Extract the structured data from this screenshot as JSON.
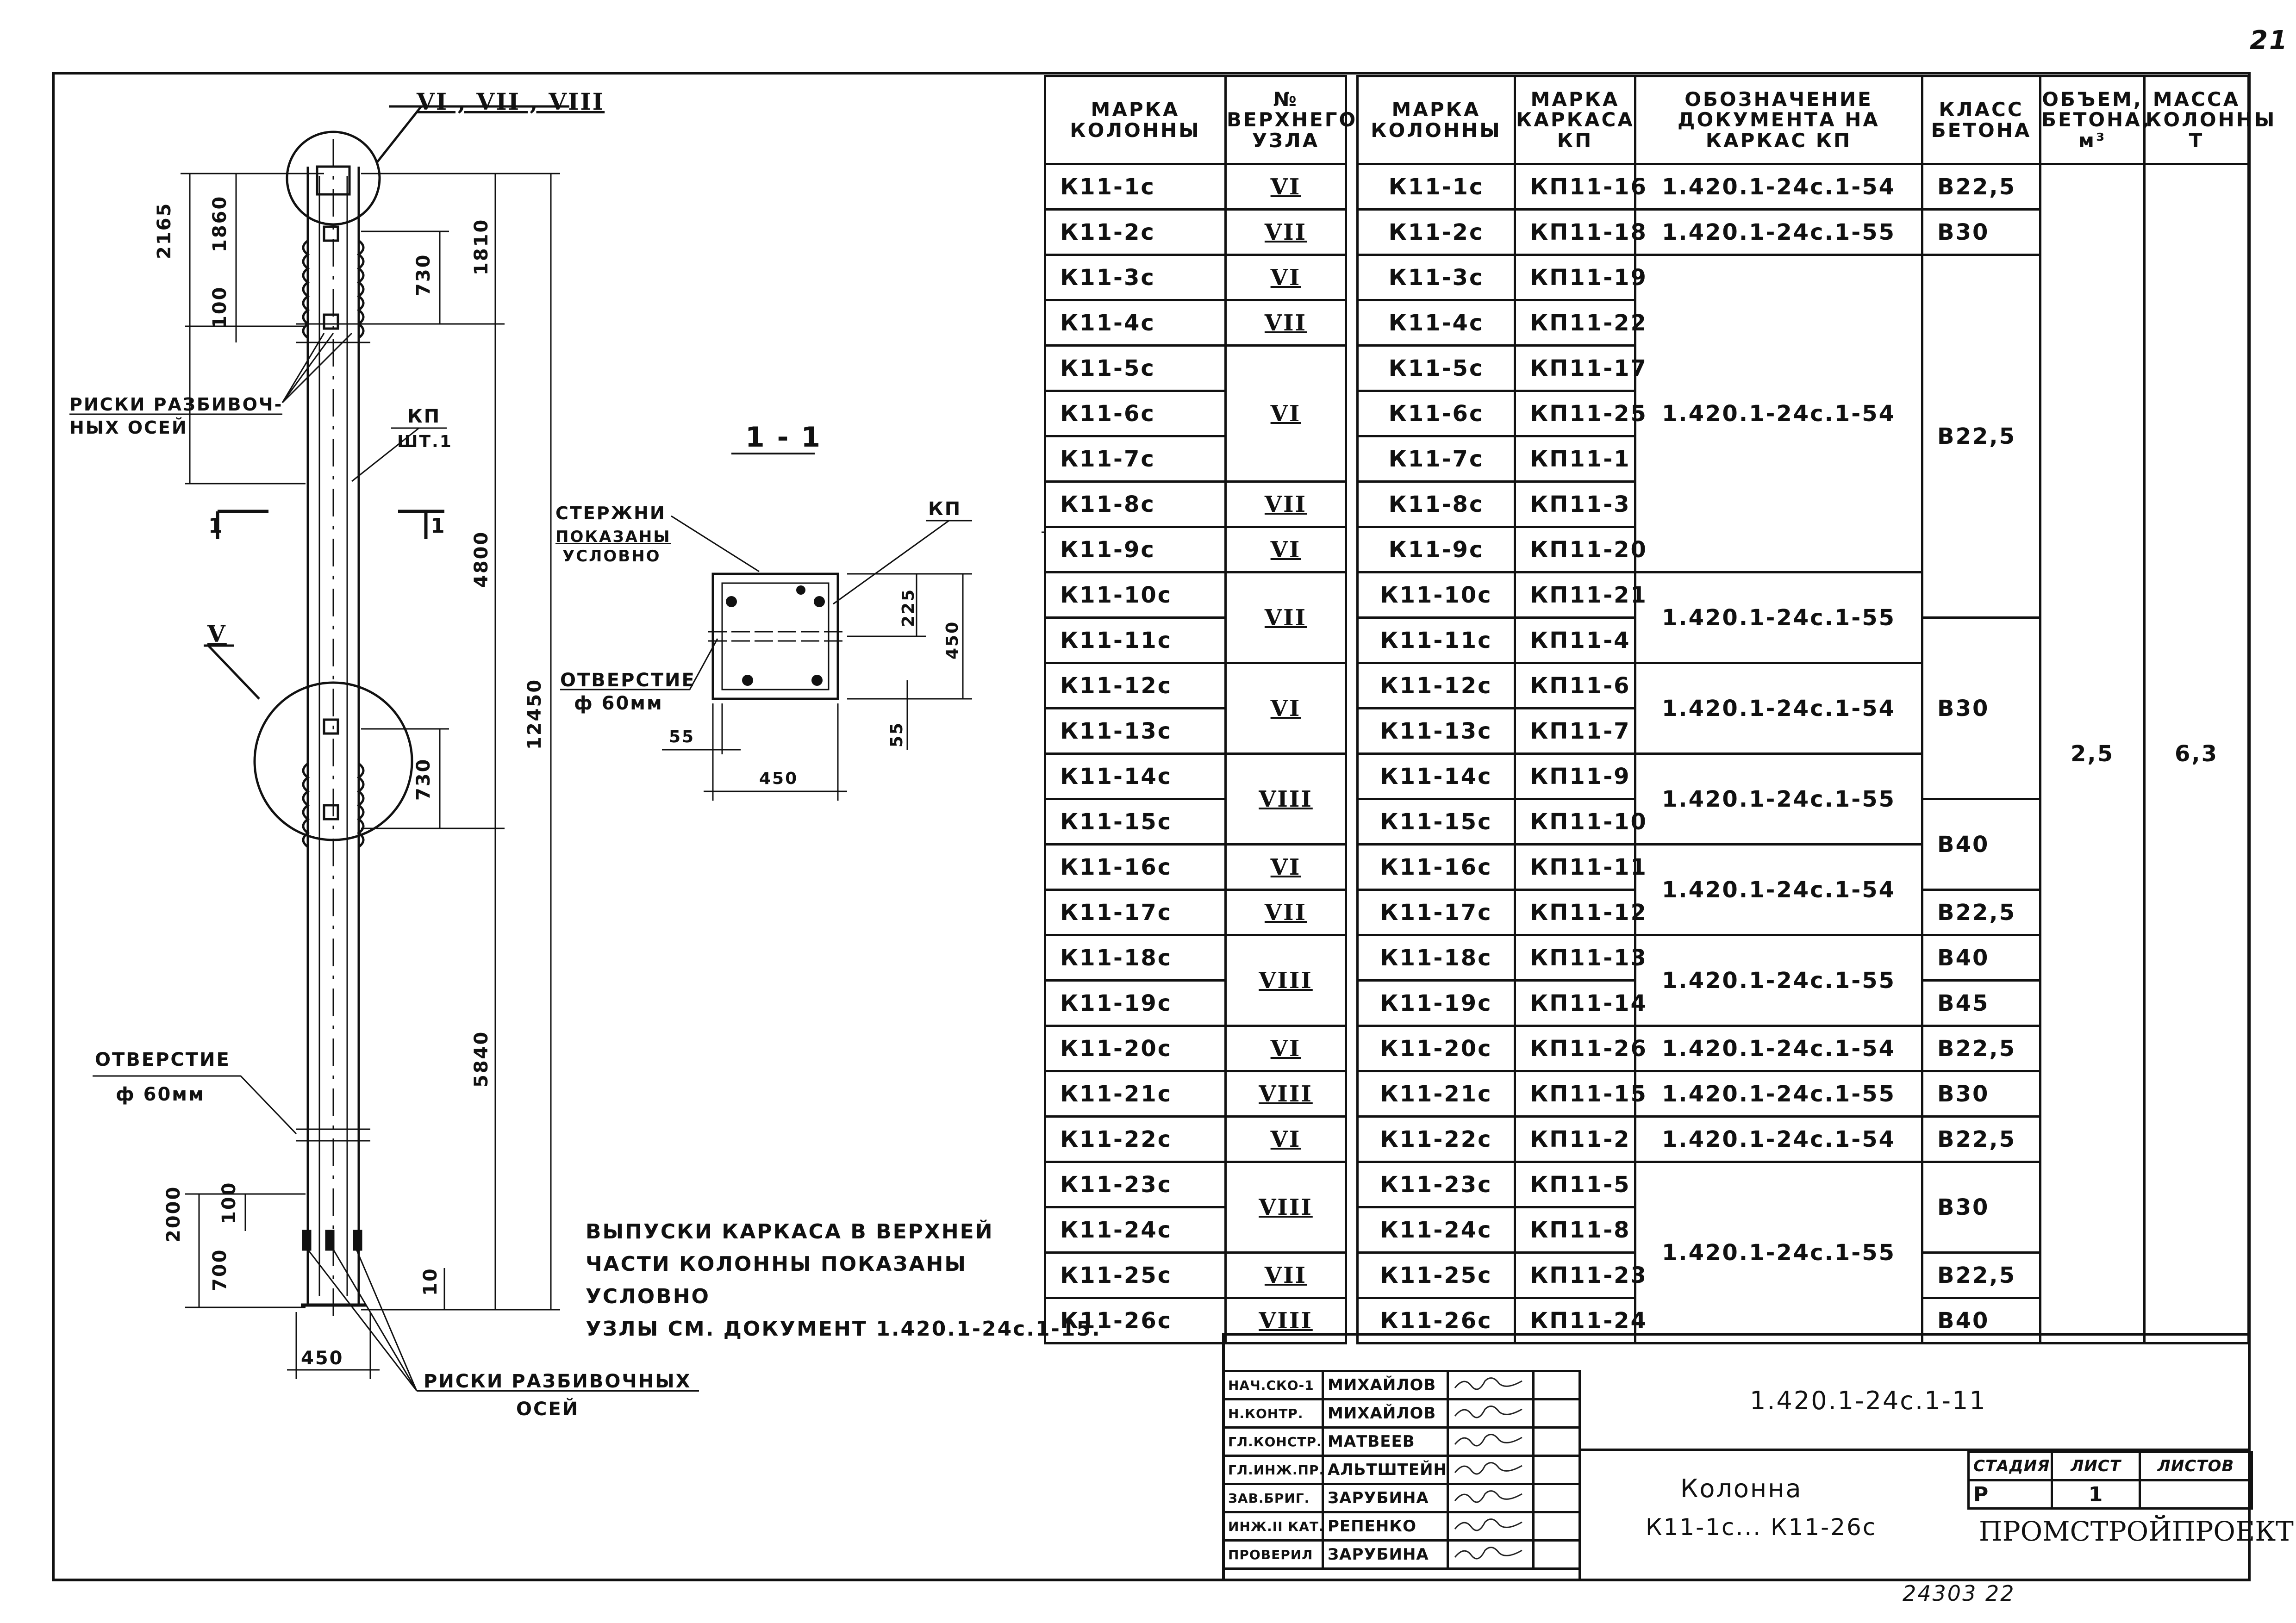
{
  "page_number": "21",
  "drawing_labels": {
    "top_nodes": "VI , VII , VIII",
    "node_v": "V",
    "section_mark_left": "1",
    "section_mark_right": "1",
    "section_title": "1 - 1",
    "dim_2165": "2165",
    "dim_1860": "1860",
    "dim_100_top": "100",
    "dim_730_top": "730",
    "dim_1810": "1810",
    "dim_4800": "4800",
    "dim_12450": "12450",
    "dim_730_mid": "730",
    "dim_5840": "5840",
    "dim_2000": "2000",
    "dim_100_bot": "100",
    "dim_700": "700",
    "dim_10": "10",
    "dim_450_bottom": "450",
    "risks_top_1": "РИСКИ РАЗБИВОЧ-",
    "risks_top_2": "НЫХ ОСЕЙ",
    "kp": "КП",
    "kp_qty": "ШТ.1",
    "hole_1": "ОТВЕРСТИЕ",
    "hole_2": "ф 60мм",
    "risks_bottom_1": "РИСКИ РАЗБИВОЧНЫХ",
    "risks_bottom_2": "ОСЕЙ",
    "sec_rods_1": "СТЕРЖНИ",
    "sec_rods_2": "ПОКАЗАНЫ",
    "sec_rods_3": "УСЛОВНО",
    "sec_kp": "КП",
    "sec_hole_1": "ОТВЕРСТИЕ",
    "sec_hole_2": "ф 60мм",
    "sec_225": "225",
    "sec_450_v": "450",
    "sec_55_left": "55",
    "sec_55_right": "55",
    "sec_450_h": "450"
  },
  "notes": [
    "ВЫПУСКИ КАРКАСА В ВЕРХНЕЙ",
    "ЧАСТИ КОЛОННЫ ПОКАЗАНЫ",
    "УСЛОВНО",
    "УЗЛЫ СМ. ДОКУМЕНТ 1.420.1-24с.1-15."
  ],
  "table1": {
    "headers": [
      "МАРКА КОЛОННЫ",
      "№ ВЕРХНЕГО УЗЛА"
    ],
    "marks": [
      "К11-1с",
      "К11-2с",
      "К11-3с",
      "К11-4с",
      "К11-5с",
      "К11-6с",
      "К11-7с",
      "К11-8с",
      "К11-9с",
      "К11-10с",
      "К11-11с",
      "К11-12с",
      "К11-13с",
      "К11-14с",
      "К11-15с",
      "К11-16с",
      "К11-17с",
      "К11-18с",
      "К11-19с",
      "К11-20с",
      "К11-21с",
      "К11-22с",
      "К11-23с",
      "К11-24с",
      "К11-25с",
      "К11-26с"
    ],
    "nodes": [
      {
        "value": "VI",
        "rows": 1
      },
      {
        "value": "VII",
        "rows": 1
      },
      {
        "value": "VI",
        "rows": 1
      },
      {
        "value": "VII",
        "rows": 1
      },
      {
        "value": "VI",
        "rows": 3
      },
      {
        "value": "VII",
        "rows": 1
      },
      {
        "value": "VI",
        "rows": 1
      },
      {
        "value": "VII",
        "rows": 2
      },
      {
        "value": "VI",
        "rows": 2
      },
      {
        "value": "VIII",
        "rows": 2
      },
      {
        "value": "VI",
        "rows": 1
      },
      {
        "value": "VII",
        "rows": 1
      },
      {
        "value": "VIII",
        "rows": 2
      },
      {
        "value": "VI",
        "rows": 1
      },
      {
        "value": "VIII",
        "rows": 1
      },
      {
        "value": "VI",
        "rows": 1
      },
      {
        "value": "VIII",
        "rows": 2
      },
      {
        "value": "VII",
        "rows": 1
      },
      {
        "value": "VIII",
        "rows": 1
      }
    ]
  },
  "table2": {
    "headers": [
      "МАРКА КОЛОННЫ",
      "МАРКА КАРКАСА КП",
      "ОБОЗНАЧЕНИЕ ДОКУМЕНТА НА КАРКАС КП",
      "КЛАСС БЕТОНА",
      "ОБЪЕМ, БЕТОНА, м³",
      "МАССА КОЛОННЫ Т"
    ],
    "marks": [
      "К11-1с",
      "К11-2с",
      "К11-3с",
      "К11-4с",
      "К11-5с",
      "К11-6с",
      "К11-7с",
      "К11-8с",
      "К11-9с",
      "К11-10с",
      "К11-11с",
      "К11-12с",
      "К11-13с",
      "К11-14с",
      "К11-15с",
      "К11-16с",
      "К11-17с",
      "К11-18с",
      "К11-19с",
      "К11-20с",
      "К11-21с",
      "К11-22с",
      "К11-23с",
      "К11-24с",
      "К11-25с",
      "К11-26с"
    ],
    "frames": [
      "КП11-16",
      "КП11-18",
      "КП11-19",
      "КП11-22",
      "КП11-17",
      "КП11-25",
      "КП11-1",
      "КП11-3",
      "КП11-20",
      "КП11-21",
      "КП11-4",
      "КП11-6",
      "КП11-7",
      "КП11-9",
      "КП11-10",
      "КП11-11",
      "КП11-12",
      "КП11-13",
      "КП11-14",
      "КП11-26",
      "КП11-15",
      "КП11-2",
      "КП11-5",
      "КП11-8",
      "КП11-23",
      "КП11-24"
    ],
    "docs": [
      {
        "value": "1.420.1-24с.1-54",
        "rows": 1
      },
      {
        "value": "1.420.1-24с.1-55",
        "rows": 1
      },
      {
        "value": "1.420.1-24с.1-54",
        "rows": 7
      },
      {
        "value": "1.420.1-24с.1-55",
        "rows": 2
      },
      {
        "value": "1.420.1-24с.1-54",
        "rows": 2
      },
      {
        "value": "1.420.1-24с.1-55",
        "rows": 2
      },
      {
        "value": "1.420.1-24с.1-54",
        "rows": 2
      },
      {
        "value": "1.420.1-24с.1-55",
        "rows": 2
      },
      {
        "value": "1.420.1-24с.1-54",
        "rows": 1
      },
      {
        "value": "1.420.1-24с.1-55",
        "rows": 1
      },
      {
        "value": "1.420.1-24с.1-54",
        "rows": 1
      },
      {
        "value": "1.420.1-24с.1-55",
        "rows": 4
      }
    ],
    "classes": [
      {
        "value": "В22,5",
        "rows": 1
      },
      {
        "value": "В30",
        "rows": 1
      },
      {
        "value": "В22,5",
        "rows": 8
      },
      {
        "value": "В30",
        "rows": 4
      },
      {
        "value": "В40",
        "rows": 2
      },
      {
        "value": "В22,5",
        "rows": 1
      },
      {
        "value": "В40",
        "rows": 1
      },
      {
        "value": "В45",
        "rows": 1
      },
      {
        "value": "В22,5",
        "rows": 1
      },
      {
        "value": "В30",
        "rows": 1
      },
      {
        "value": "В22,5",
        "rows": 1
      },
      {
        "value": "В30",
        "rows": 2
      },
      {
        "value": "В22,5",
        "rows": 1
      },
      {
        "value": "В40",
        "rows": 1
      }
    ],
    "volume": "2,5",
    "mass": "6,3"
  },
  "title_block": {
    "roles": [
      "НАЧ.СКО-1",
      "Н.КОНТР.",
      "ГЛ.КОНСТР.",
      "ГЛ.ИНЖ.ПР.",
      "ЗАВ.БРИГ.",
      "ИНЖ.II КАТ.",
      "ПРОВЕРИЛ"
    ],
    "names": [
      "МИХАЙЛОВ",
      "МИХАЙЛОВ",
      "МАТВЕЕВ",
      "АЛЬТШТЕЙН",
      "ЗАРУБИНА",
      "РЕПЕНКО",
      "ЗАРУБИНА"
    ],
    "doc_code": "1.420.1-24с.1-11",
    "title_line1": "Колонна",
    "title_line2": "К11-1с... К11-26с",
    "stage_label": "СТАДИЯ",
    "sheet_label": "ЛИСТ",
    "sheets_label": "ЛИСТОВ",
    "stage": "Р",
    "sheet": "1",
    "sheets": "",
    "org": "ПРОМСТРОЙПРОЕКТ"
  },
  "inventory": "24303 22"
}
